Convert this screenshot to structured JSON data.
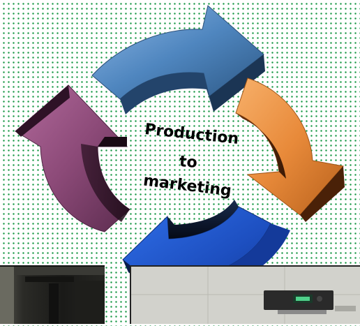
{
  "diagram": {
    "center_label_lines": [
      "Production",
      "to",
      "marketing"
    ],
    "arrows": [
      {
        "name": "blue-arrow",
        "color": "#4f86bf"
      },
      {
        "name": "orange-arrow",
        "color": "#e88a3a"
      },
      {
        "name": "royal-blue-arrow",
        "color": "#2b62d2"
      },
      {
        "name": "purple-arrow",
        "color": "#8c4a78"
      }
    ],
    "background": {
      "dot_color": "#1f9a4a"
    }
  },
  "photos": {
    "left": {
      "description_icon": "dark-room-photo"
    },
    "right": {
      "description_icon": "wall-appliance-photo"
    }
  }
}
